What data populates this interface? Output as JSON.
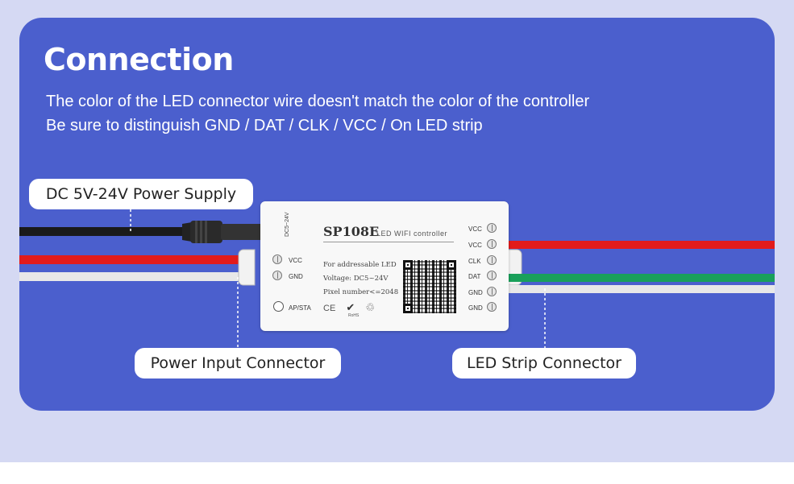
{
  "heading": "Connection",
  "description": [
    "The color of the LED connector wire doesn't match the color of the controller",
    "Be sure to distinguish GND / DAT / CLK / VCC / On LED strip"
  ],
  "labels": {
    "power_supply": "DC 5V-24V Power Supply",
    "power_input": "Power Input Connector",
    "led_strip": "LED Strip Connector"
  },
  "controller": {
    "model": "SP108E",
    "subtitle": "LED WIFI controller",
    "dc_label": "DC5~24V",
    "info": [
      "For addressable LED",
      "Voltage: DC5~24V",
      "Pixel number<=2048"
    ],
    "input_terminals": [
      "VCC",
      "GND"
    ],
    "button_label": "AP/STA",
    "output_terminals": [
      "VCC",
      "VCC",
      "CLK",
      "DAT",
      "GND",
      "GND"
    ],
    "marks": [
      "CE",
      "RoHS",
      "recycle-icon"
    ]
  },
  "colors": {
    "background": "#d5d9f3",
    "panel": "#4b5fcd",
    "wire_red": "#e21b1b",
    "wire_black": "#1a1a1a",
    "wire_green": "#19a05a",
    "wire_white": "#e8e8e8"
  }
}
